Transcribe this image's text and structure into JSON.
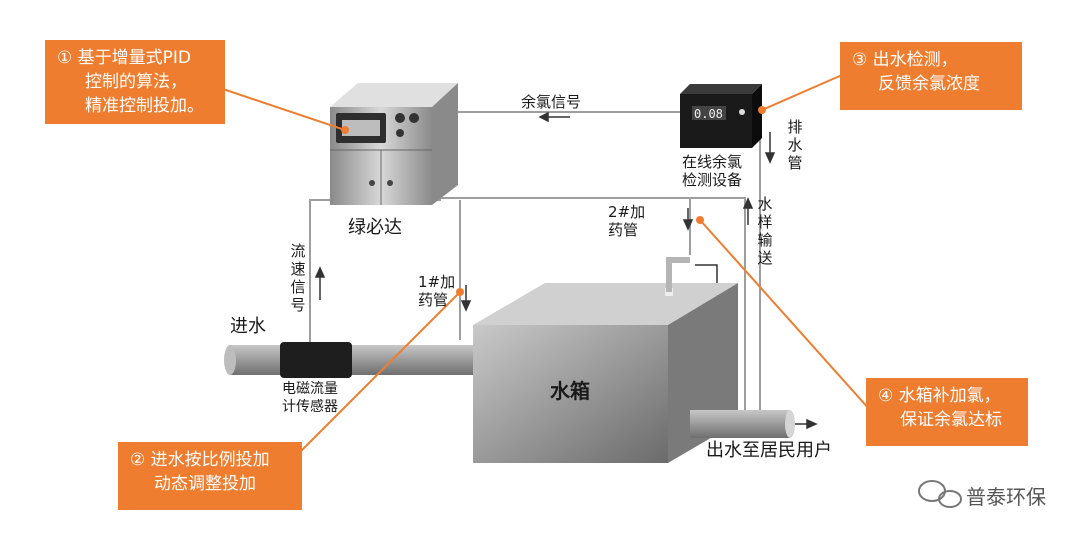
{
  "callouts": {
    "c1": [
      "① 基于增量式PID",
      "控制的算法，",
      "精准控制投加。"
    ],
    "c2": [
      "② 进水按比例投加",
      "动态调整投加"
    ],
    "c3": [
      "③ 出水检测，",
      "反馈余氯浓度"
    ],
    "c4": [
      "④ 水箱补加氯，",
      "保证余氯达标"
    ]
  },
  "labels": {
    "residual_chlorine_signal": "余氯信号",
    "controller": "绿必达",
    "analyzer": [
      "在线余氯",
      "检测设备"
    ],
    "analyzer_display": "0.08",
    "drain_pipe": "排水管",
    "dosing_pipe_2": [
      "2#加",
      "药管"
    ],
    "dosing_pipe_1": [
      "1#加",
      "药管"
    ],
    "sample_delivery": "水样输送",
    "flow_signal": "流速信号",
    "inlet": "进水",
    "flowmeter": [
      "电磁流量",
      "计传感器"
    ],
    "tank": "水箱",
    "outlet": "出水至居民用户"
  },
  "brand": "普泰环保",
  "colors": {
    "accent": "#ee7d30",
    "text": "#1a1a1a",
    "pipe": "#9a9a9a"
  }
}
